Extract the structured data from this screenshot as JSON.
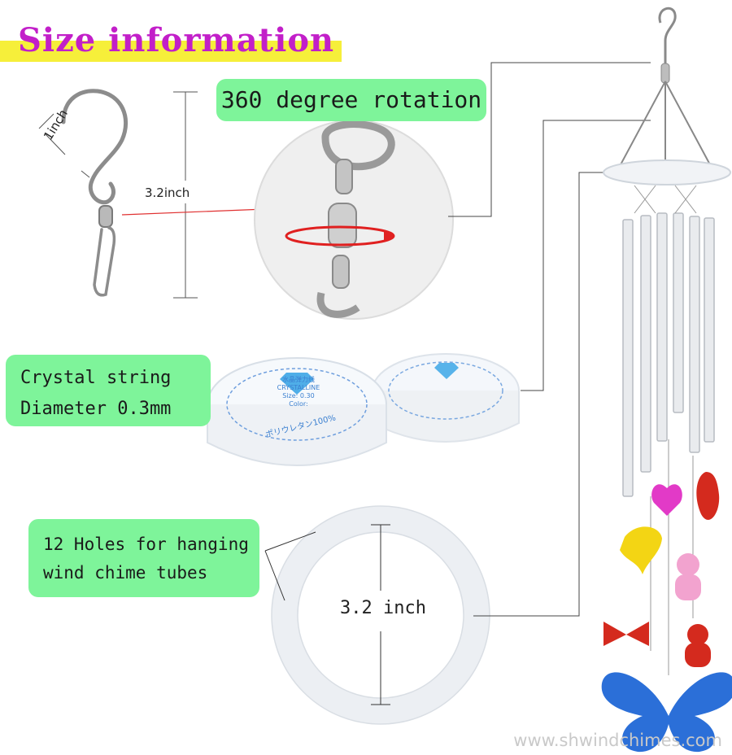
{
  "header": {
    "title": "Size information"
  },
  "callouts": {
    "rotation": "360 degree rotation",
    "crystal_line1": "Crystal string",
    "crystal_line2": "Diameter 0.3mm",
    "holes_line1": "12 Holes for hanging",
    "holes_line2": "wind chime tubes"
  },
  "measurements": {
    "hook_width": "1inch",
    "hook_length": "3.2inch",
    "ring_diameter": "3.2 inch"
  },
  "spool_label": {
    "line1": "水晶弹力线",
    "line2": "CRYSTALLINE",
    "line3": "Size: 0.30",
    "line4": "Color:",
    "line5": "ポリウレタン100%"
  },
  "watermark": "www.shwindchimes.com",
  "colors": {
    "title": "#c21fc9",
    "title_bar": "#f6ef3a",
    "callout_bg": "#7ef49a",
    "ornament_red": "#d42a1e",
    "ornament_yellow": "#f3d514",
    "ornament_pink": "#f2a3cf",
    "ornament_magenta": "#e23ac7",
    "ornament_blue": "#2b6fd8"
  }
}
